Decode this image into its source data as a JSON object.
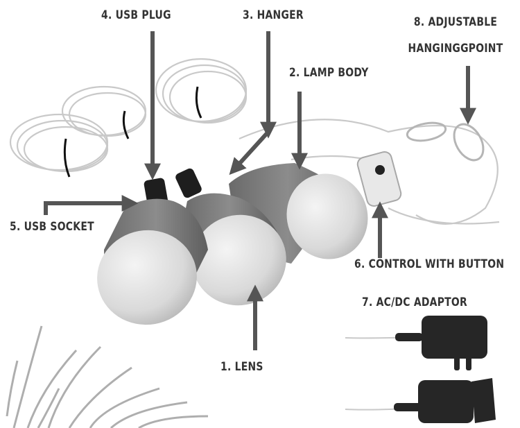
{
  "labels": {
    "usb_plug": "4. USB PLUG",
    "hanger": "3. HANGER",
    "adjustable_line1": "8. ADJUSTABLE",
    "adjustable_line2": "HANGINGGPOINT",
    "lamp_body": "2. LAMP BODY",
    "usb_socket": "5. USB SOCKET",
    "control": "6. CONTROL WITH BUTTON",
    "adaptor": "7. AC/DC ADAPTOR",
    "lens": "1. LENS"
  },
  "colors": {
    "label_text": "#333333",
    "arrow": "#555555",
    "lamp_body": "#7d7d7d",
    "lens": "#dcdcdc",
    "cable": "#c9c9c9",
    "adaptor": "#262626",
    "grass": "#9a9a9a"
  }
}
